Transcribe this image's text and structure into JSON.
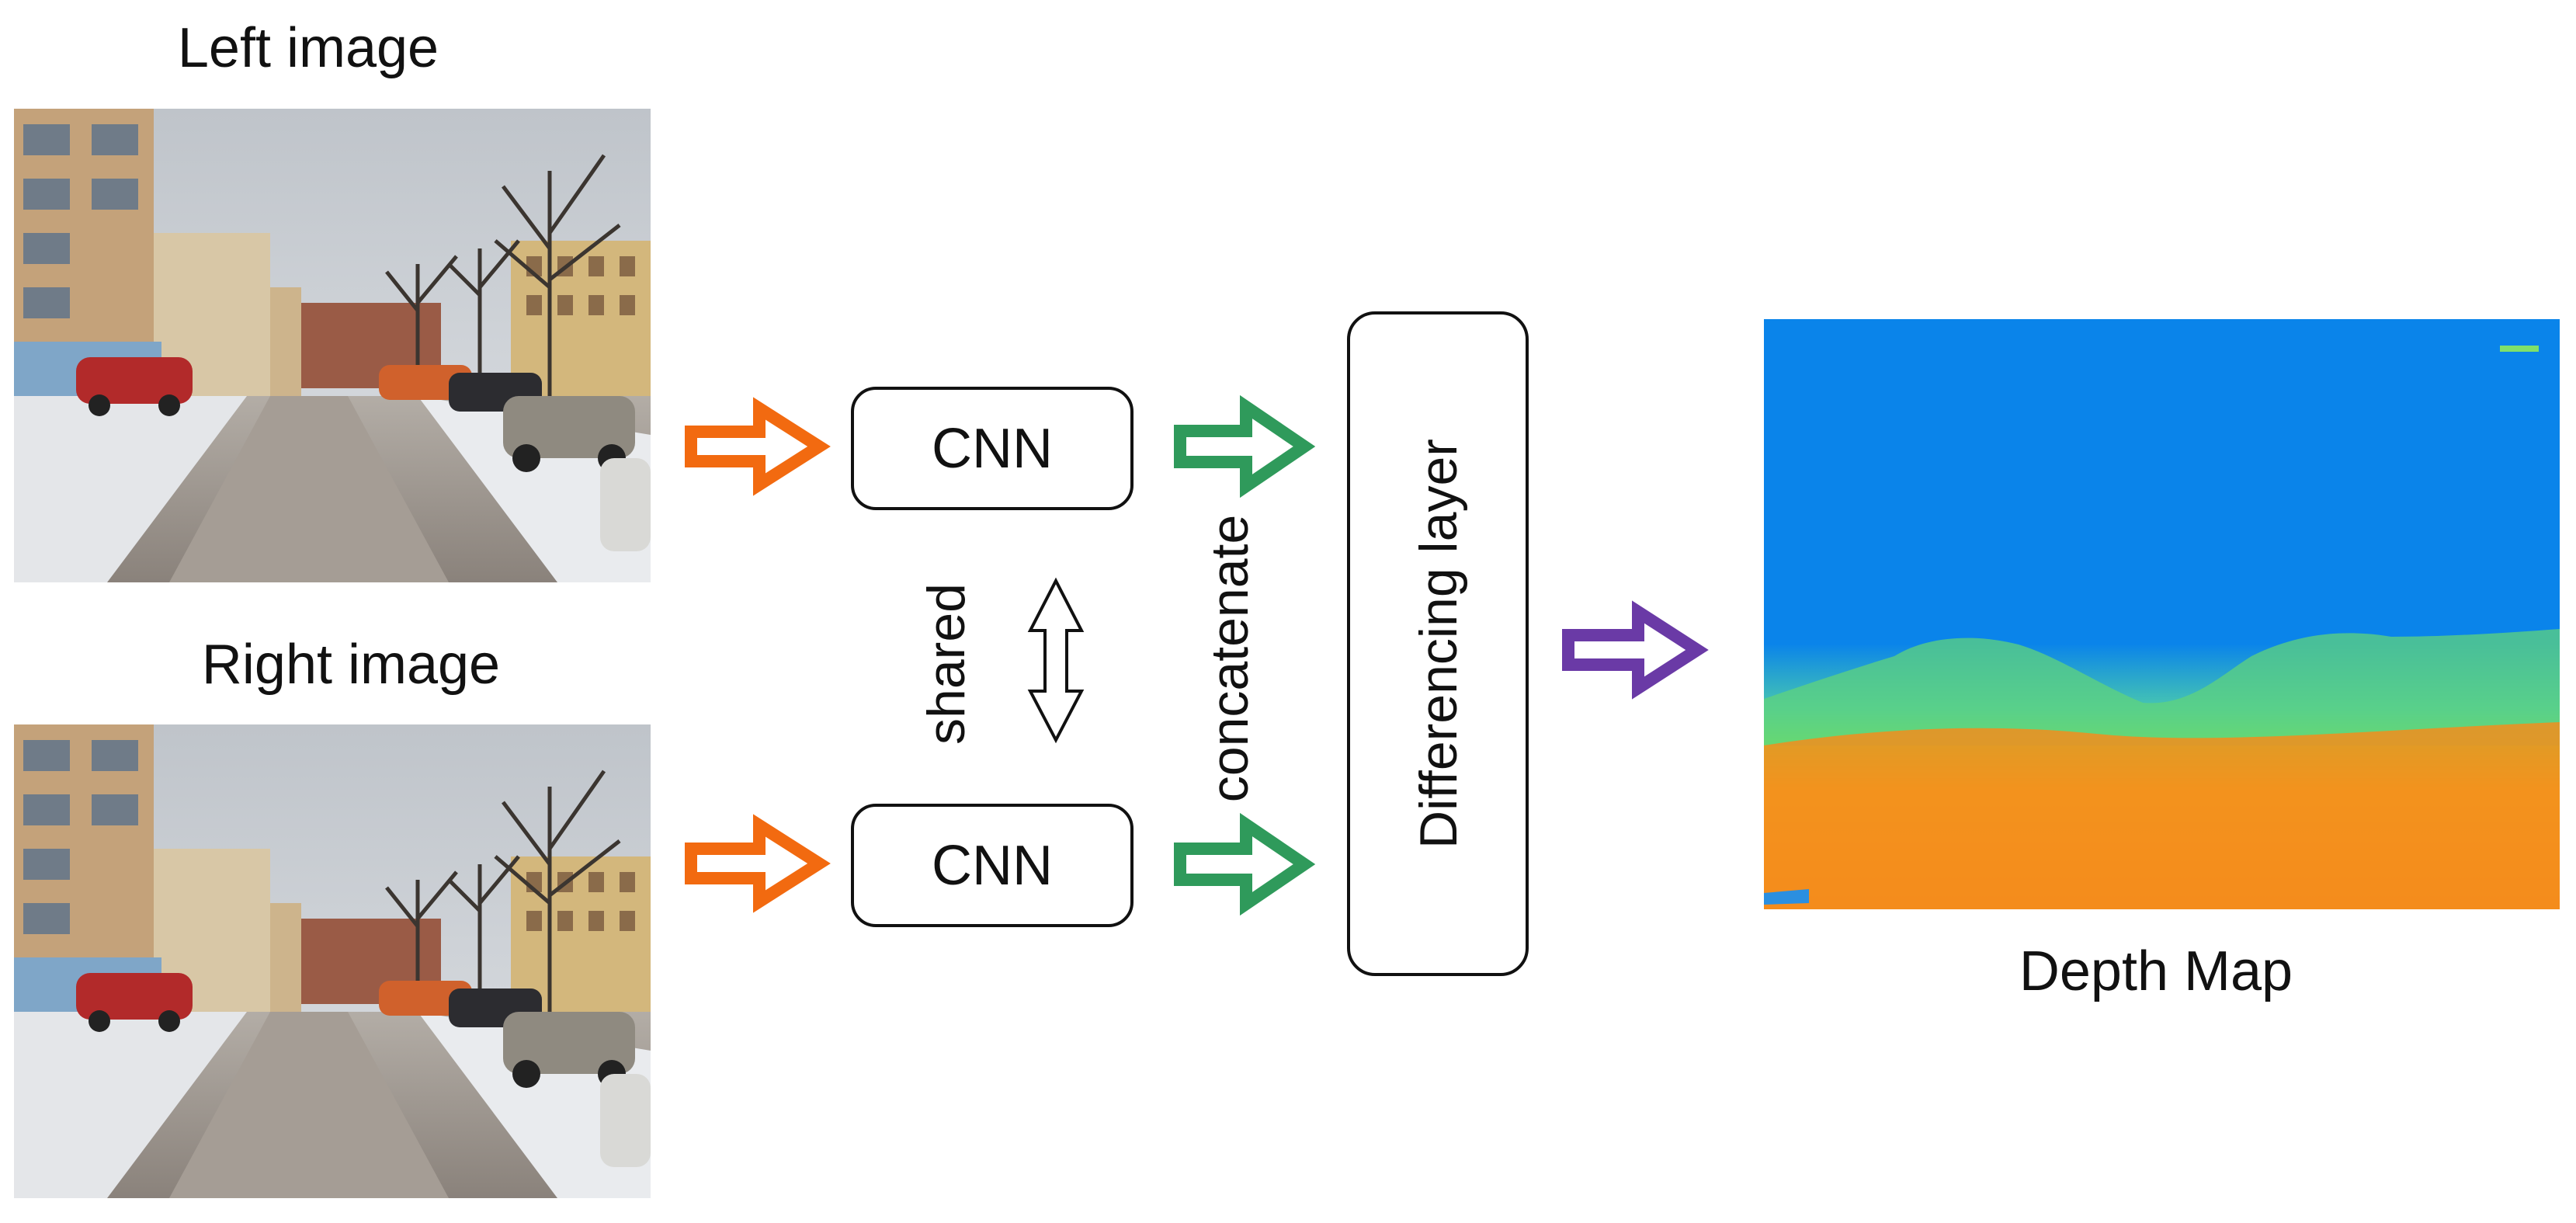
{
  "diagram": {
    "left_image": {
      "title": "Left image"
    },
    "right_image": {
      "title": "Right image"
    },
    "cnn_top": {
      "label": "CNN"
    },
    "cnn_bottom": {
      "label": "CNN"
    },
    "shared": {
      "label": "shared"
    },
    "concatenate": {
      "label": "concatenate"
    },
    "differencing_layer": {
      "label": "Differencing layer"
    },
    "output": {
      "label": "Depth Map"
    }
  },
  "colors": {
    "input_arrow": "#f26a10",
    "concat_arrow": "#2f9a5b",
    "output_arrow": "#6a3aa6",
    "depth_far": "#0a84ea",
    "depth_mid": "#5ee35c",
    "depth_near": "#f58a1f",
    "sky": "#cfd2d6",
    "building": "#c7a77e",
    "snow": "#e7e9ec",
    "road": "#9a938c"
  }
}
